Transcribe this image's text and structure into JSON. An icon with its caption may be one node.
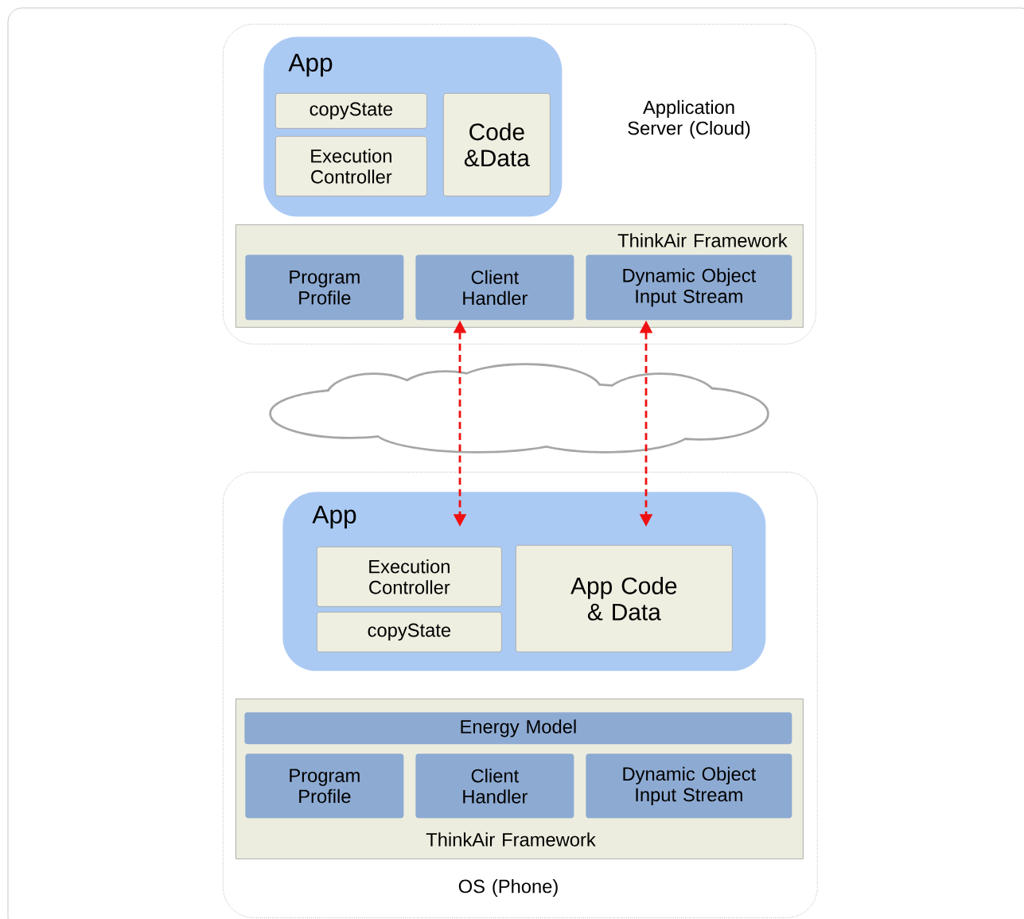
{
  "diagram": {
    "nodes": [
      {
        "text": [
          "Application Server (Cloud)"
        ]
      },
      {
        "text": [
          "App"
        ],
        "in": 0
      },
      {
        "text": [
          "copyState"
        ],
        "in": 1
      },
      {
        "text": [
          "Execution Controller"
        ],
        "in": 1
      },
      {
        "text": [
          "Code &Data"
        ],
        "in": 1
      },
      {
        "text": [
          "ThinkAir Framework"
        ],
        "in": 0
      },
      {
        "text": [
          "Program Profile"
        ],
        "in": 5
      },
      {
        "text": [
          "Client Handler"
        ],
        "in": 5
      },
      {
        "text": [
          "Dynamic Object Input Stream"
        ],
        "in": 5
      },
      {
        "text": [
          "OS (Phone)"
        ]
      },
      {
        "text": [
          "App"
        ],
        "in": 9
      },
      {
        "text": [
          "Execution Controller"
        ],
        "in": 10
      },
      {
        "text": [
          "copyState"
        ],
        "in": 10
      },
      {
        "text": [
          "App Code & Data"
        ],
        "in": 10
      },
      {
        "text": [
          "ThinkAir Framework"
        ],
        "in": 9
      },
      {
        "text": [
          "Energy Model"
        ],
        "in": 14
      },
      {
        "text": [
          "Program Profile"
        ],
        "in": 14
      },
      {
        "text": [
          "Client Handler"
        ],
        "in": 14
      },
      {
        "text": [
          "Dynamic Object Input Stream"
        ],
        "in": 14
      }
    ],
    "edges": [
      {
        "from": 7,
        "to": 10,
        "arrow": "both",
        "style": "dashed"
      },
      {
        "from": 8,
        "to": 10,
        "arrow": "both",
        "style": "dashed"
      }
    ]
  }
}
